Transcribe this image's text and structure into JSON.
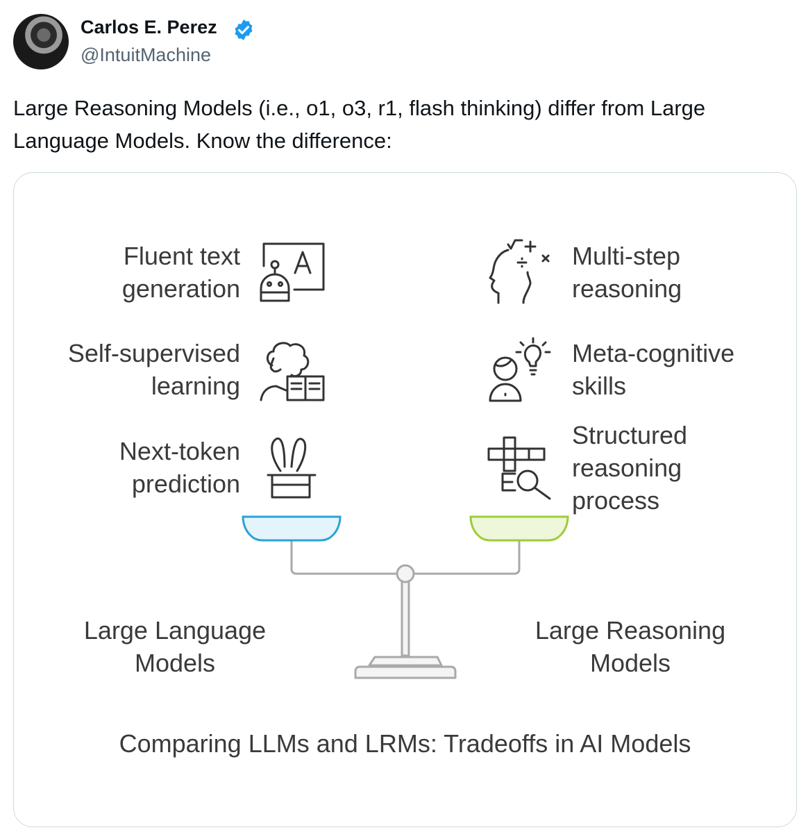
{
  "author": {
    "name": "Carlos E. Perez",
    "handle": "@IntuitMachine",
    "verified_color": "#1d9bf0"
  },
  "tweet": {
    "text": "Large Reasoning Models (i.e., o1, o3, r1, flash thinking) differ from Large Language Models.  Know the difference:"
  },
  "infographic": {
    "left_items": [
      {
        "label": "Fluent text\ngeneration",
        "icon": "robot-text-icon"
      },
      {
        "label": "Self-supervised\nlearning",
        "icon": "person-reading-book-icon"
      },
      {
        "label": "Next-token\nprediction",
        "icon": "magic-hat-rabbit-icon"
      }
    ],
    "right_items": [
      {
        "label": "Multi-step\nreasoning",
        "icon": "head-math-symbols-icon"
      },
      {
        "label": "Meta-cognitive\nskills",
        "icon": "person-lightbulb-icon"
      },
      {
        "label": "Structured\nreasoning\nprocess",
        "icon": "blocks-magnifier-icon"
      }
    ],
    "left_side_label": "Large Language\nModels",
    "right_side_label": "Large Reasoning\nModels",
    "title": "Comparing LLMs and LRMs: Tradeoffs in AI Models",
    "colors": {
      "left_pan": "#e4f4fb",
      "left_pan_stroke": "#2aa3d5",
      "right_pan": "#eef7d9",
      "right_pan_stroke": "#9ccc3a",
      "scale_stroke": "#a9a9a9"
    }
  }
}
